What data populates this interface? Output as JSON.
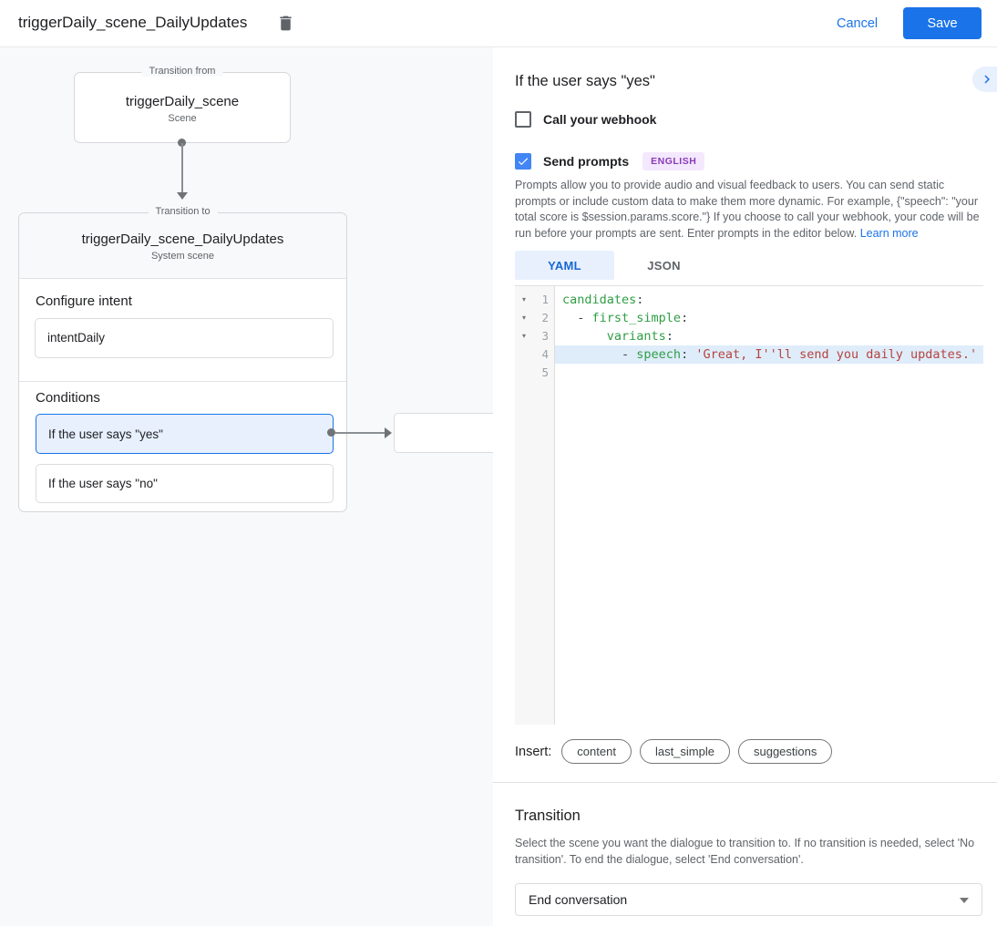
{
  "header": {
    "title": "triggerDaily_scene_DailyUpdates",
    "cancel_label": "Cancel",
    "save_label": "Save"
  },
  "flow": {
    "from_box": {
      "legend": "Transition from",
      "title": "triggerDaily_scene",
      "subtitle": "Scene"
    },
    "to_box": {
      "legend": "Transition to",
      "title": "triggerDaily_scene_DailyUpdates",
      "subtitle": "System scene",
      "intent_label": "Configure intent",
      "intent_value": "intentDaily",
      "conditions_label": "Conditions",
      "conditions": [
        {
          "label": "If the user says \"yes\"",
          "selected": true
        },
        {
          "label": "If the user says \"no\"",
          "selected": false
        }
      ]
    }
  },
  "panel": {
    "heading": "If the user says \"yes\"",
    "webhook": {
      "label": "Call your webhook",
      "checked": false
    },
    "prompts": {
      "label": "Send prompts",
      "checked": true,
      "badge": "ENGLISH"
    },
    "description": "Prompts allow you to provide audio and visual feedback to users. You can send static prompts or include custom data to make them more dynamic. For example, {\"speech\": \"your total score is $session.params.score.\"} If you choose to call your webhook, your code will be run before your prompts are sent. Enter prompts in the editor below.",
    "learn_more": "Learn more",
    "tabs": [
      {
        "label": "YAML",
        "active": true
      },
      {
        "label": "JSON",
        "active": false
      }
    ],
    "editor": {
      "lines": [
        {
          "num": 1,
          "fold": true,
          "highlight": false,
          "segments": [
            {
              "t": "candidates",
              "c": "key"
            },
            {
              "t": ":",
              "c": "plain"
            }
          ]
        },
        {
          "num": 2,
          "fold": true,
          "highlight": false,
          "segments": [
            {
              "t": "  - ",
              "c": "plain"
            },
            {
              "t": "first_simple",
              "c": "key"
            },
            {
              "t": ":",
              "c": "plain"
            }
          ]
        },
        {
          "num": 3,
          "fold": true,
          "highlight": false,
          "segments": [
            {
              "t": "      ",
              "c": "plain"
            },
            {
              "t": "variants",
              "c": "key"
            },
            {
              "t": ":",
              "c": "plain"
            }
          ]
        },
        {
          "num": 4,
          "fold": false,
          "highlight": true,
          "segments": [
            {
              "t": "        - ",
              "c": "plain"
            },
            {
              "t": "speech",
              "c": "key"
            },
            {
              "t": ": ",
              "c": "plain"
            },
            {
              "t": "'Great, I''ll send you daily updates.'",
              "c": "string"
            }
          ]
        },
        {
          "num": 5,
          "fold": false,
          "highlight": false,
          "segments": []
        }
      ]
    },
    "insert": {
      "label": "Insert:",
      "chips": [
        "content",
        "last_simple",
        "suggestions"
      ]
    },
    "transition": {
      "heading": "Transition",
      "description": "Select the scene you want the dialogue to transition to. If no transition is needed, select 'No transition'. To end the dialogue, select 'End conversation'.",
      "value": "End conversation"
    }
  },
  "colors": {
    "accent_blue": "#1a73e8",
    "checkbox_blue": "#4285f4",
    "selected_bg": "#e8f0fe",
    "badge_bg": "#f3e8fd",
    "badge_text": "#8a3ab9",
    "code_key_green": "#2f9e44",
    "code_string_red": "#b5443f",
    "code_highlight_bg": "#dfecfa",
    "canvas_bg": "#f8f9fa"
  }
}
